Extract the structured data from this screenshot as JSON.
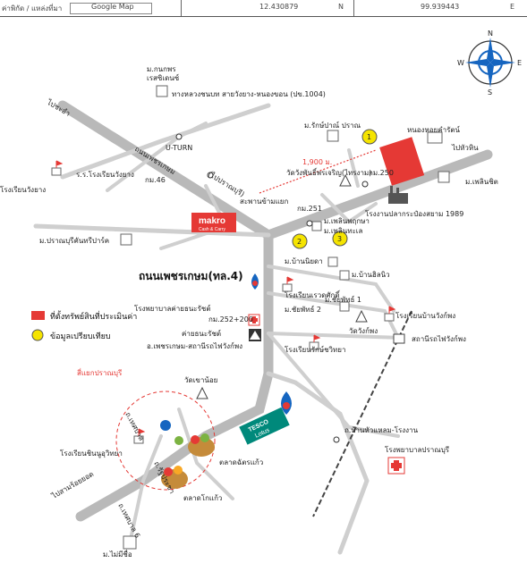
{
  "header": {
    "location_label": "ค่าพิกัด / แหล่งที่มา",
    "source": "Google Map",
    "latitude": "12.430879",
    "lat_dir": "N",
    "longitude": "99.939443",
    "lon_dir": "E"
  },
  "compass": {
    "n": "N",
    "s": "S",
    "e": "E",
    "w": "W"
  },
  "map": {
    "to_cha_am": "ไปชะอำ",
    "to_hua_hin": "ไปหัวหิน",
    "to_sam_roi_yot": "ไปสามร้อยยอด",
    "phetkasem_road": "ถนนเพชรเกษม(ทล.4)",
    "phetkasem_road_side": "ถนนเพชรเกษม",
    "to_pranburi": "(ไปปราณบุรี)",
    "uturn": "U-TURN",
    "distance": "1,900 ม.",
    "pranburi_junction": "สี่แยกปราณบุรี",
    "km_46": "กม.46",
    "km_250": "กม.250",
    "km_251": "กม.251",
    "km_252": "กม.252+200",
    "bridge_label": "สะพานข้ามแยก",
    "makro_name": "makro",
    "makro_sub": "Cash & Carry",
    "tesco_name": "TESCO",
    "tesco_sub": "Lotus",
    "labels": [
      "ม.กนกพร",
      "เรสซิเดนซ์",
      "ทางหลวงชนบท สายวังยาง-หนองขอน (ปข.1004)",
      "ร.ร.โรงเรียนวังยาง",
      "โรงเรียนวังยาง",
      "ม.รักษ์ปาณ์ ปราณ",
      "หนองหอยคำรัตน์",
      "วัดวังพันธิ์พรเจริญ(ไทรงาม)",
      "ม.เพลินชิต",
      "โรงงานปลากระป๋องสยาม 1989",
      "ม.เพลินพฤกษา",
      "ม.เพลินทะเล",
      "ม.ปราณบุรีคันทรีปาร์ค",
      "ม.บ้านนิยดา",
      "ม.บ้านฮิลนิว",
      "โรงเรียนเรวดศักดิ์",
      "ม.ชัยพัทธ์ 1",
      "ม.ชัยพัทธ์ 2",
      "โรงพยาบาลค่ายธนะรัชต์",
      "ค่ายธนะรัชต์",
      "อ.เพชรเกษม-สถานีรถไฟวังก์พง",
      "โรงเรียนบ้านวังก์พง",
      "สถานีรถไฟวังก์พง",
      "โรงเรียนรักษ์ชวิทยา",
      "วัดวังก์พง",
      "วัดเขาน้อย",
      "ถ.เทศบาล",
      "โรงเรียนชินนูอุวิทยา",
      "ถ.รัฐประชา",
      "ตลาดฉัตรแก้ว",
      "ตลาดโกแก้ว",
      "ถ.เทศบาล 6",
      "ม.ไม่มีชื่อ",
      "ถ.บ้านหัวแหลม-โรงงาน",
      "โรงพยาบาลปราณบุรี"
    ],
    "markers": [
      "1",
      "2",
      "3"
    ]
  },
  "legend": {
    "subject": "ที่ตั้งทรัพย์สินที่ประเมินค่า",
    "comparables": "ข้อมูลเปรียบเทียบ",
    "subject_color": "#e53935",
    "comparable_color": "#f5e400"
  }
}
